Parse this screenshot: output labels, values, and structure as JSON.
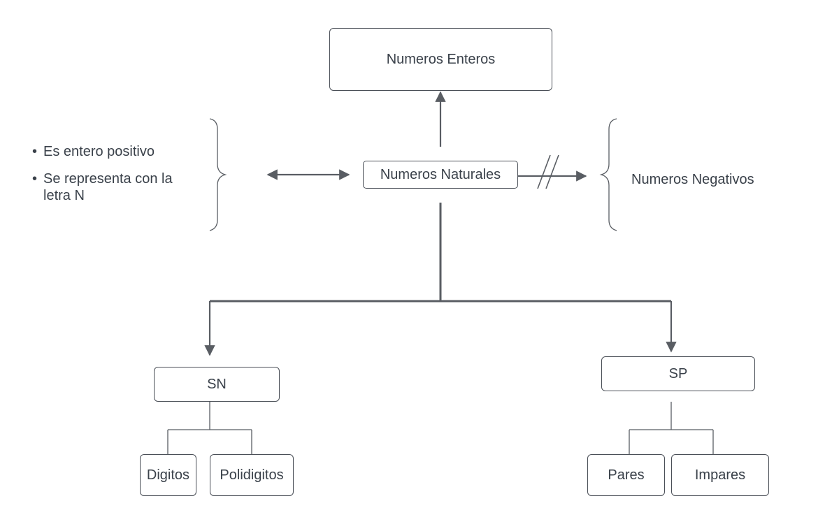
{
  "nodes": {
    "enteros": "Numeros Enteros",
    "naturales": "Numeros Naturales",
    "negativos": "Numeros Negativos",
    "sn": "SN",
    "sp": "SP",
    "digitos": "Digitos",
    "polidigitos": "Polidigitos",
    "pares": "Pares",
    "impares": "Impares"
  },
  "properties": {
    "bullet": "•",
    "items": [
      "Es entero positivo",
      "Se representa con la letra N"
    ]
  },
  "colors": {
    "line": "#595d63",
    "text": "#3a414a",
    "border": "#4a4f57"
  }
}
